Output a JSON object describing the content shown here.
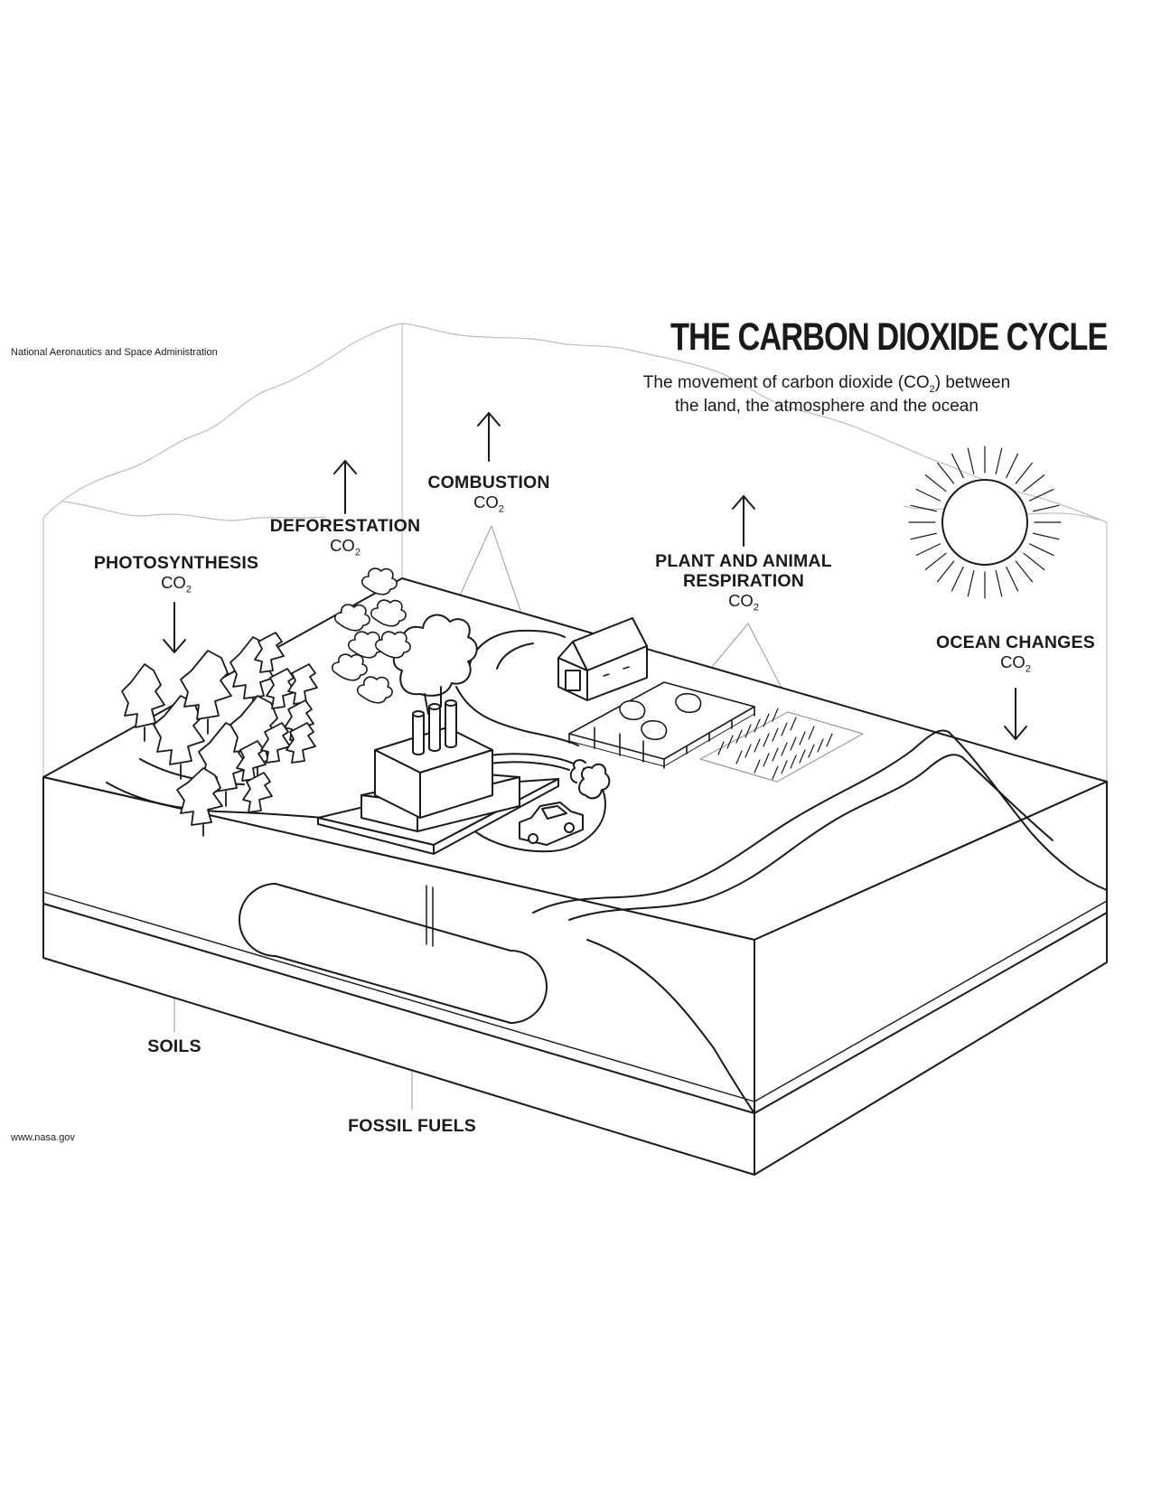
{
  "header": {
    "agency": "National Aeronautics and Space Administration",
    "title": "THE CARBON DIOXIDE CYCLE",
    "subtitle_pre": "The movement of carbon dioxide (CO",
    "subtitle_sub": "2",
    "subtitle_post": ") between",
    "subtitle_line2": "the land, the atmosphere and the ocean"
  },
  "footer": {
    "website": "www.nasa.gov"
  },
  "co2": {
    "base": "CO",
    "sub": "2"
  },
  "labels": {
    "photosynthesis": "PHOTOSYNTHESIS",
    "deforestation": "DEFORESTATION",
    "combustion": "COMBUSTION",
    "respiration_line1": "PLANT AND ANIMAL",
    "respiration_line2": "RESPIRATION",
    "ocean": "OCEAN CHANGES",
    "soils": "SOILS",
    "fossil_fuels": "FOSSIL FUELS"
  },
  "arrows": {
    "photosynthesis": "down",
    "deforestation": "up",
    "combustion": "up",
    "respiration": "up",
    "ocean": "down"
  },
  "colors": {
    "ink": "#1a1a1a",
    "guide": "#b5b5b5",
    "paper": "#ffffff"
  }
}
